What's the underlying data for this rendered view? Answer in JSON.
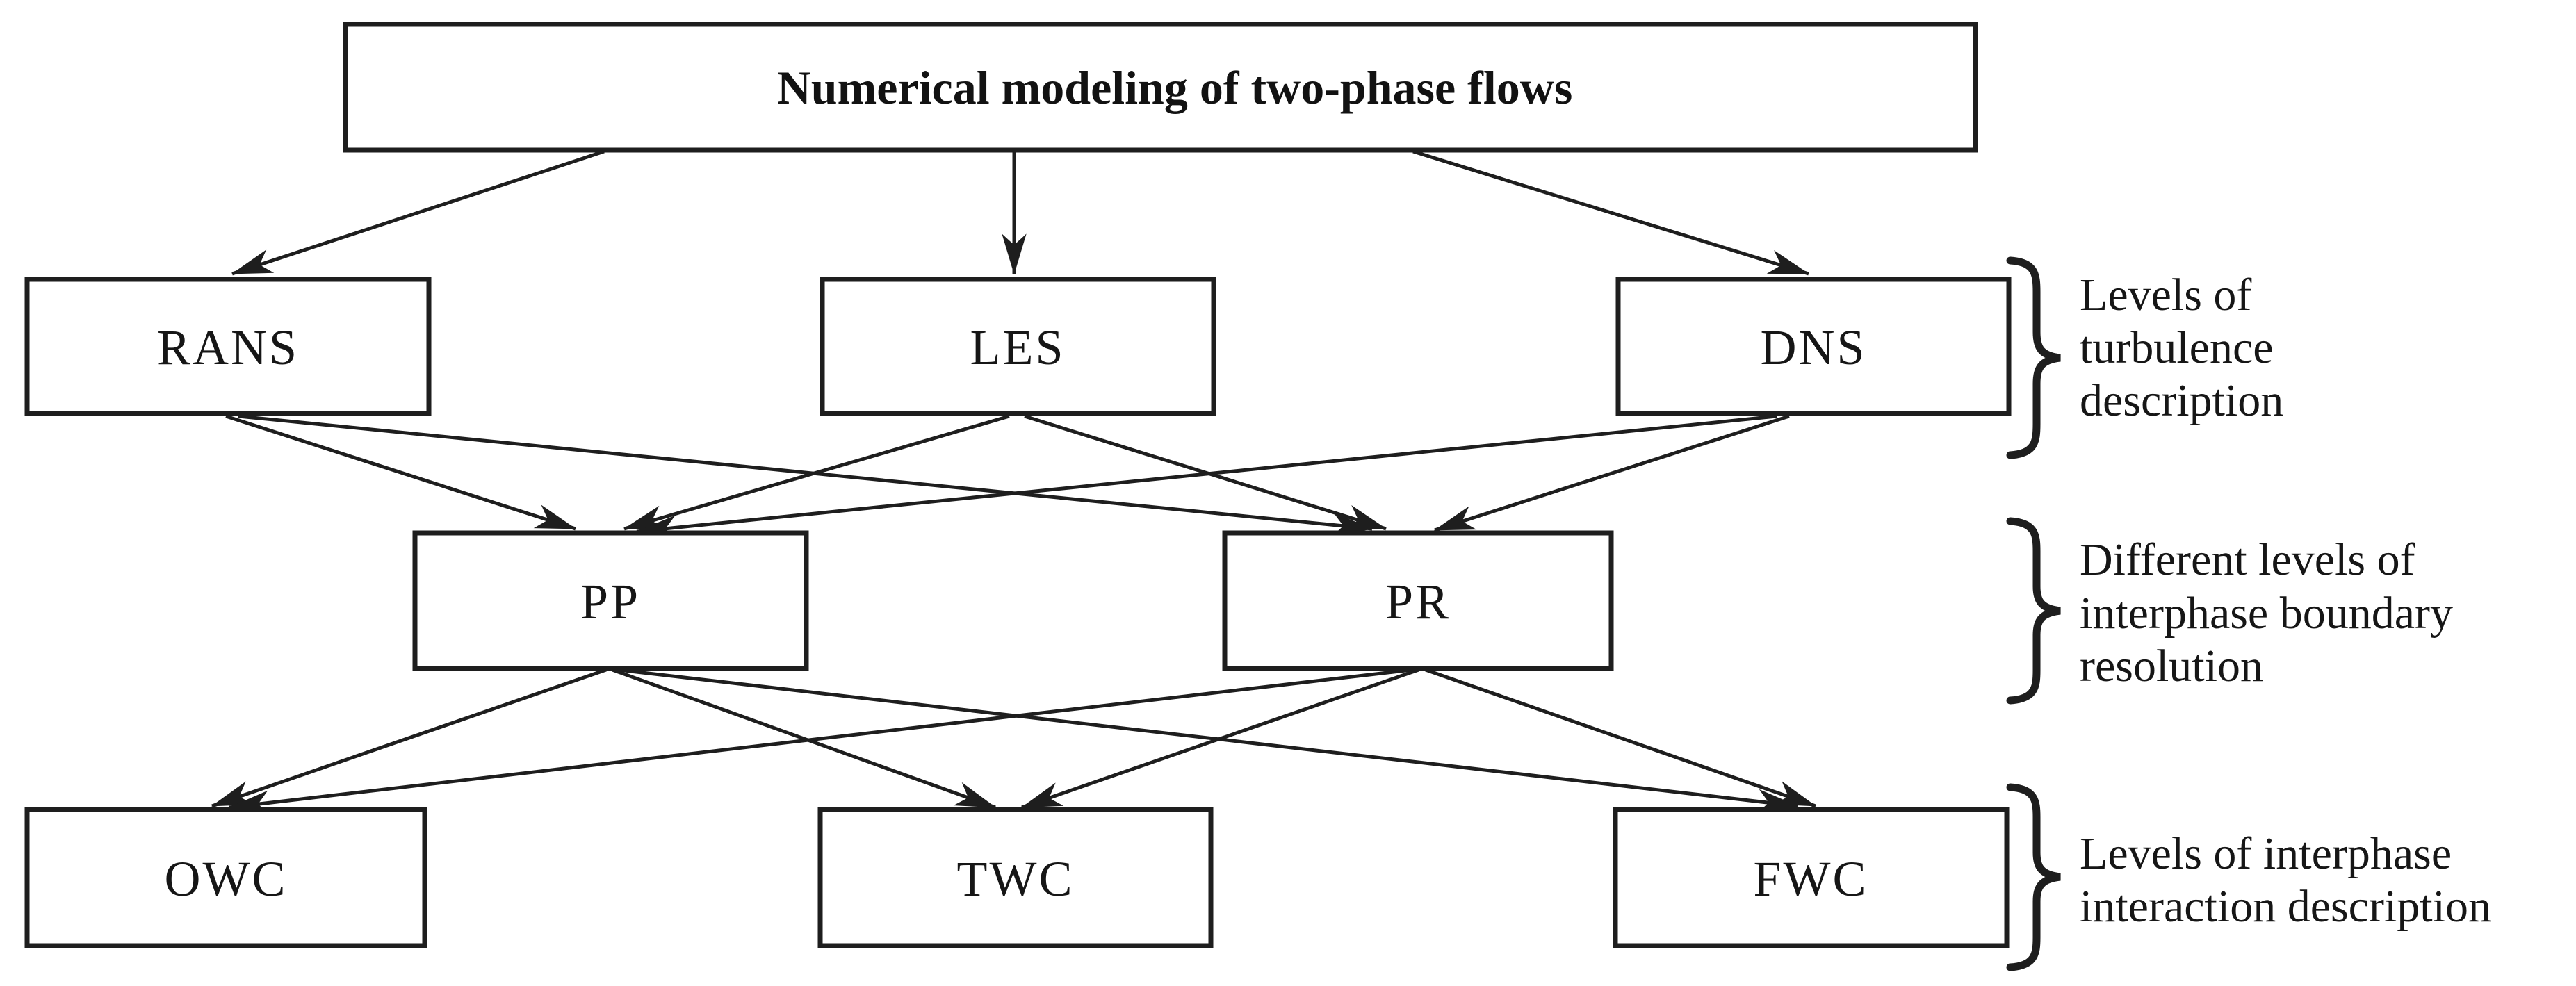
{
  "figure": {
    "title": "Numerical modeling of two-phase flows",
    "levels": [
      {
        "name": "turbulence-description",
        "nodes": [
          "RANS",
          "LES",
          "DNS"
        ],
        "annotation_lines": [
          "Levels of",
          "turbulence",
          "description"
        ]
      },
      {
        "name": "interphase-boundary-resolution",
        "nodes": [
          "PP",
          "PR"
        ],
        "annotation_lines": [
          "Different levels of",
          "interphase boundary",
          "resolution"
        ]
      },
      {
        "name": "interphase-interaction-description",
        "nodes": [
          "OWC",
          "TWC",
          "FWC"
        ],
        "annotation_lines": [
          "Levels of interphase",
          "interaction description"
        ]
      }
    ],
    "edges": [
      {
        "from": "Numerical modeling of two-phase flows",
        "to": "RANS"
      },
      {
        "from": "Numerical modeling of two-phase flows",
        "to": "LES"
      },
      {
        "from": "Numerical modeling of two-phase flows",
        "to": "DNS"
      },
      {
        "from": "RANS",
        "to": "PP"
      },
      {
        "from": "RANS",
        "to": "PR"
      },
      {
        "from": "LES",
        "to": "PP"
      },
      {
        "from": "LES",
        "to": "PR"
      },
      {
        "from": "DNS",
        "to": "PP"
      },
      {
        "from": "DNS",
        "to": "PR"
      },
      {
        "from": "PP",
        "to": "OWC"
      },
      {
        "from": "PP",
        "to": "TWC"
      },
      {
        "from": "PP",
        "to": "FWC"
      },
      {
        "from": "PR",
        "to": "OWC"
      },
      {
        "from": "PR",
        "to": "TWC"
      },
      {
        "from": "PR",
        "to": "FWC"
      }
    ],
    "colors": {
      "ink": "#1e1e1e",
      "background": "#ffffff"
    }
  }
}
